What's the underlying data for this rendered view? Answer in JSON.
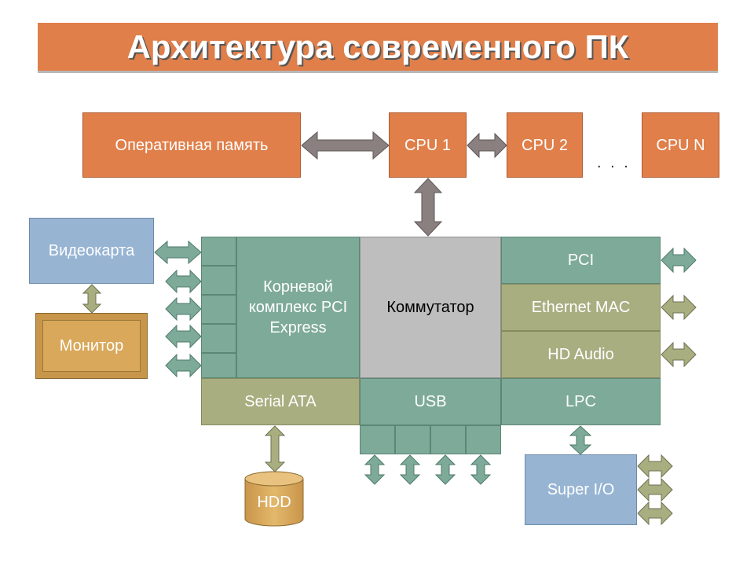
{
  "title": "Архитектура современного ПК",
  "components": {
    "ram": "Оперативная память",
    "cpu1": "CPU 1",
    "cpu2": "CPU 2",
    "cpu_ellipsis": ". . .",
    "cpun": "CPU N",
    "videocard": "Видеокарта",
    "monitor": "Монитор",
    "pcie_root": "Корневой комплекс PCI Express",
    "switch": "Коммутатор",
    "pci": "PCI",
    "ethernet": "Ethernet MAC",
    "hd_audio": "HD Audio",
    "sata": "Serial ATA",
    "usb": "USB",
    "lpc": "LPC",
    "hdd": "HDD",
    "super_io": "Super I/O"
  },
  "colors": {
    "orange": "#e07f4a",
    "blue": "#97b4d3",
    "teal": "#7eaa9a",
    "olive": "#a9ae81",
    "grey": "#bebebe",
    "monitor_gold": "#d9a85a",
    "arrow_grey": "#8a8080",
    "arrow_teal": "#7eaa9a",
    "arrow_olive": "#a9ae81"
  }
}
